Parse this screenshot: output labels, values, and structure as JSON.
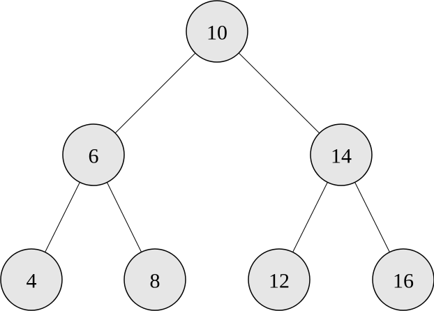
{
  "tree": {
    "nodes": [
      {
        "id": "n10",
        "label": "10"
      },
      {
        "id": "n6",
        "label": "6"
      },
      {
        "id": "n14",
        "label": "14"
      },
      {
        "id": "n4",
        "label": "4"
      },
      {
        "id": "n8",
        "label": "8"
      },
      {
        "id": "n12",
        "label": "12"
      },
      {
        "id": "n16",
        "label": "16"
      }
    ],
    "edges": [
      {
        "from": "n10",
        "to": "n6"
      },
      {
        "from": "n10",
        "to": "n14"
      },
      {
        "from": "n6",
        "to": "n4"
      },
      {
        "from": "n6",
        "to": "n8"
      },
      {
        "from": "n14",
        "to": "n12"
      },
      {
        "from": "n14",
        "to": "n16"
      }
    ],
    "colors": {
      "node_fill": "#e6e6e6",
      "node_stroke": "#000000",
      "edge": "#000000",
      "background": "#ffffff"
    }
  }
}
